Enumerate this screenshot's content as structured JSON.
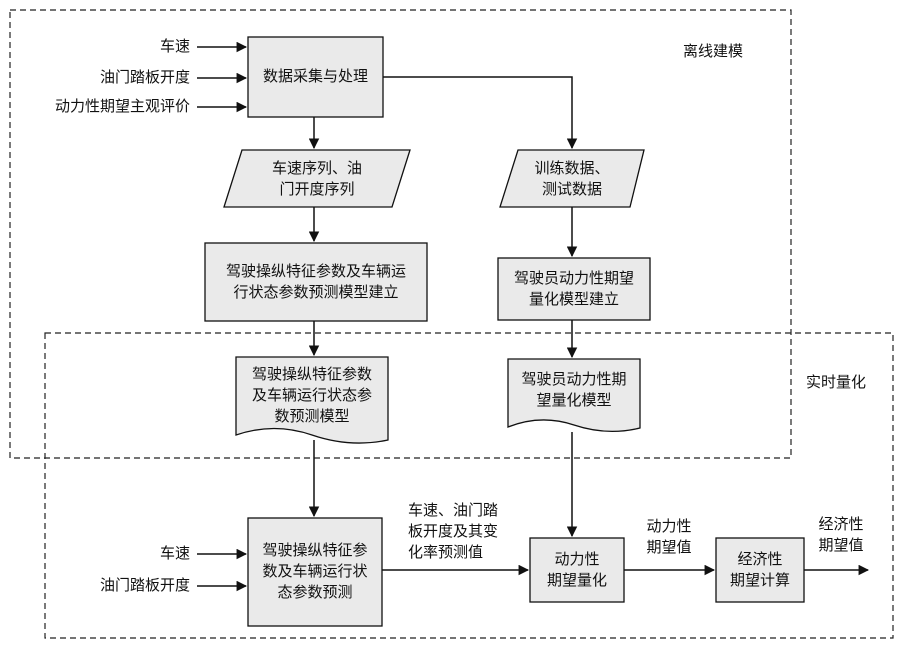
{
  "regions": {
    "offline": "离线建模",
    "realtime": "实时量化"
  },
  "offline_inputs": [
    "车速",
    "油门踏板开度",
    "动力性期望主观评价"
  ],
  "nodes": {
    "data_processing": "数据采集与处理",
    "sequence_data": "车速序列、油\n门开度序列",
    "train_test_data": "训练数据、\n测试数据",
    "param_model_build": "驾驶操纵特征参数及车辆运\n行状态参数预测模型建立",
    "expectation_model_build": "驾驶员动力性期望\n量化模型建立",
    "param_model_doc": "驾驶操纵特征参数\n及车辆运行状态参\n数预测模型",
    "expectation_model_doc": "驾驶员动力性期\n望量化模型",
    "param_prediction": "驾驶操纵特征参\n数及车辆运行状\n态参数预测",
    "power_quantify": "动力性\n期望量化",
    "economy_calc": "经济性\n期望计算"
  },
  "realtime_inputs": [
    "车速",
    "油门踏板开度"
  ],
  "edge_labels": {
    "prediction_values": "车速、油门踏\n板开度及其变\n化率预测值",
    "power_value": "动力性\n期望值",
    "economy_value": "经济性\n期望值"
  },
  "colors": {
    "box_fill": "#eaeaea",
    "stroke": "#111111"
  }
}
